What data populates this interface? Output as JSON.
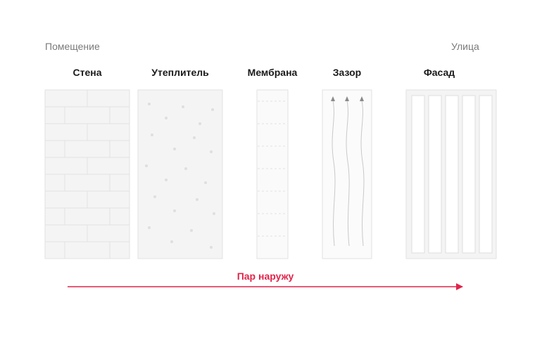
{
  "labels": {
    "inside": "Помещение",
    "outside": "Улица"
  },
  "layers": [
    {
      "id": "wall",
      "name": "Стена"
    },
    {
      "id": "insulation",
      "name": "Утеплитель"
    },
    {
      "id": "membrane",
      "name": "Мембрана"
    },
    {
      "id": "gap",
      "name": "Зазор"
    },
    {
      "id": "facade",
      "name": "Фасад"
    }
  ],
  "flow": {
    "label": "Пар наружу",
    "color": "#e0244a"
  },
  "colors": {
    "panel_fill": "#f4f4f4",
    "panel_stroke": "#e2e2e2",
    "arrow_gray": "#8a8a8a"
  }
}
